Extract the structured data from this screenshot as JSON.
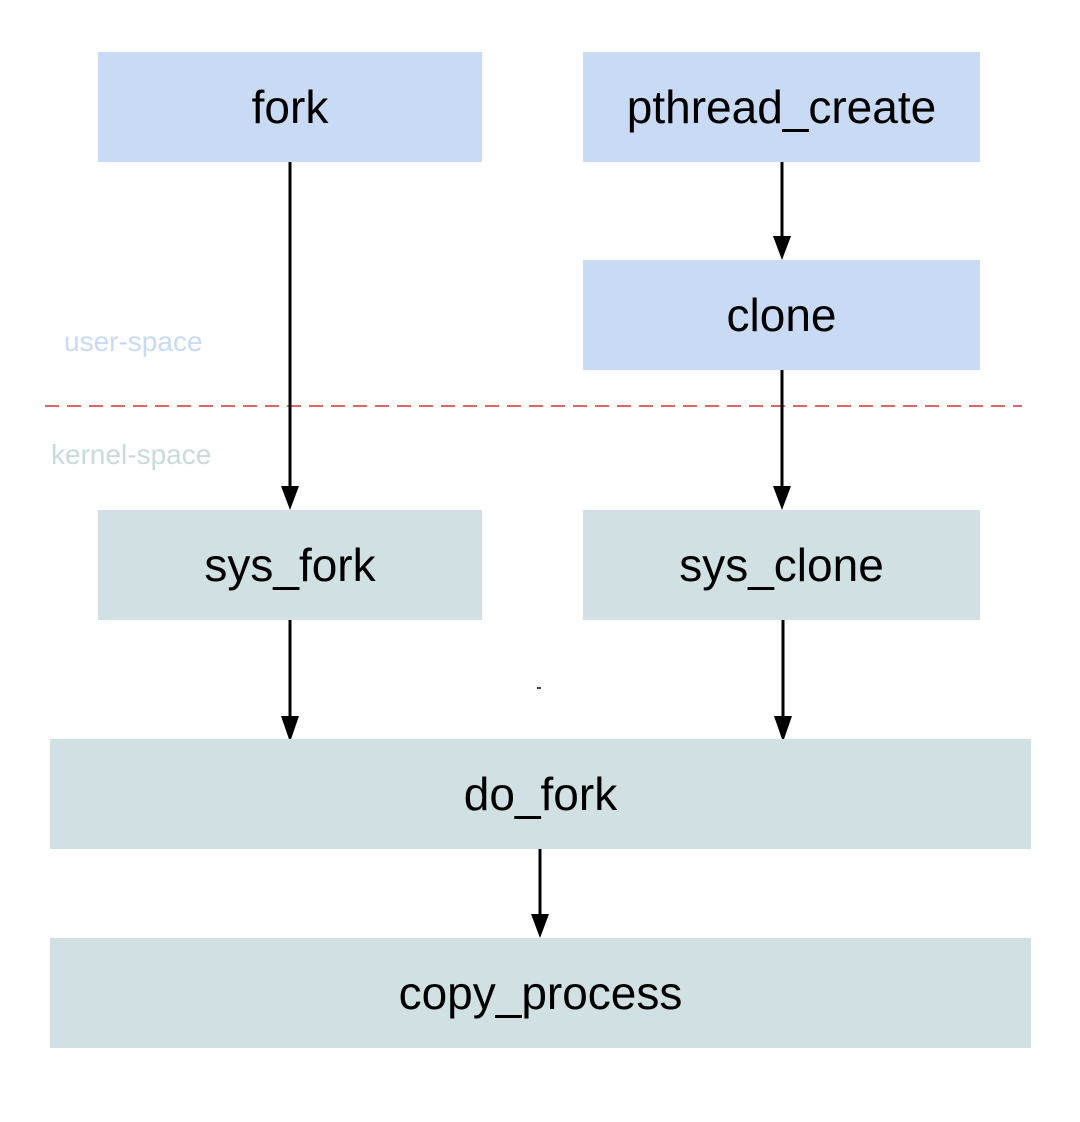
{
  "colors": {
    "user_box": "#c9daf5",
    "kernel_box": "#d1e0e3",
    "arrow": "#000000",
    "divider": "#e06666",
    "user_label": "#c9daf5",
    "kernel_label": "#c8dadd"
  },
  "regions": {
    "user_label": "user-space",
    "kernel_label": "kernel-space"
  },
  "nodes": {
    "fork": "fork",
    "pthread_create": "pthread_create",
    "clone": "clone",
    "sys_fork": "sys_fork",
    "sys_clone": "sys_clone",
    "do_fork": "do_fork",
    "copy_process": "copy_process"
  },
  "edges": [
    {
      "from": "fork",
      "to": "sys_fork"
    },
    {
      "from": "pthread_create",
      "to": "clone"
    },
    {
      "from": "clone",
      "to": "sys_clone"
    },
    {
      "from": "sys_fork",
      "to": "do_fork"
    },
    {
      "from": "sys_clone",
      "to": "do_fork"
    },
    {
      "from": "do_fork",
      "to": "copy_process"
    }
  ]
}
